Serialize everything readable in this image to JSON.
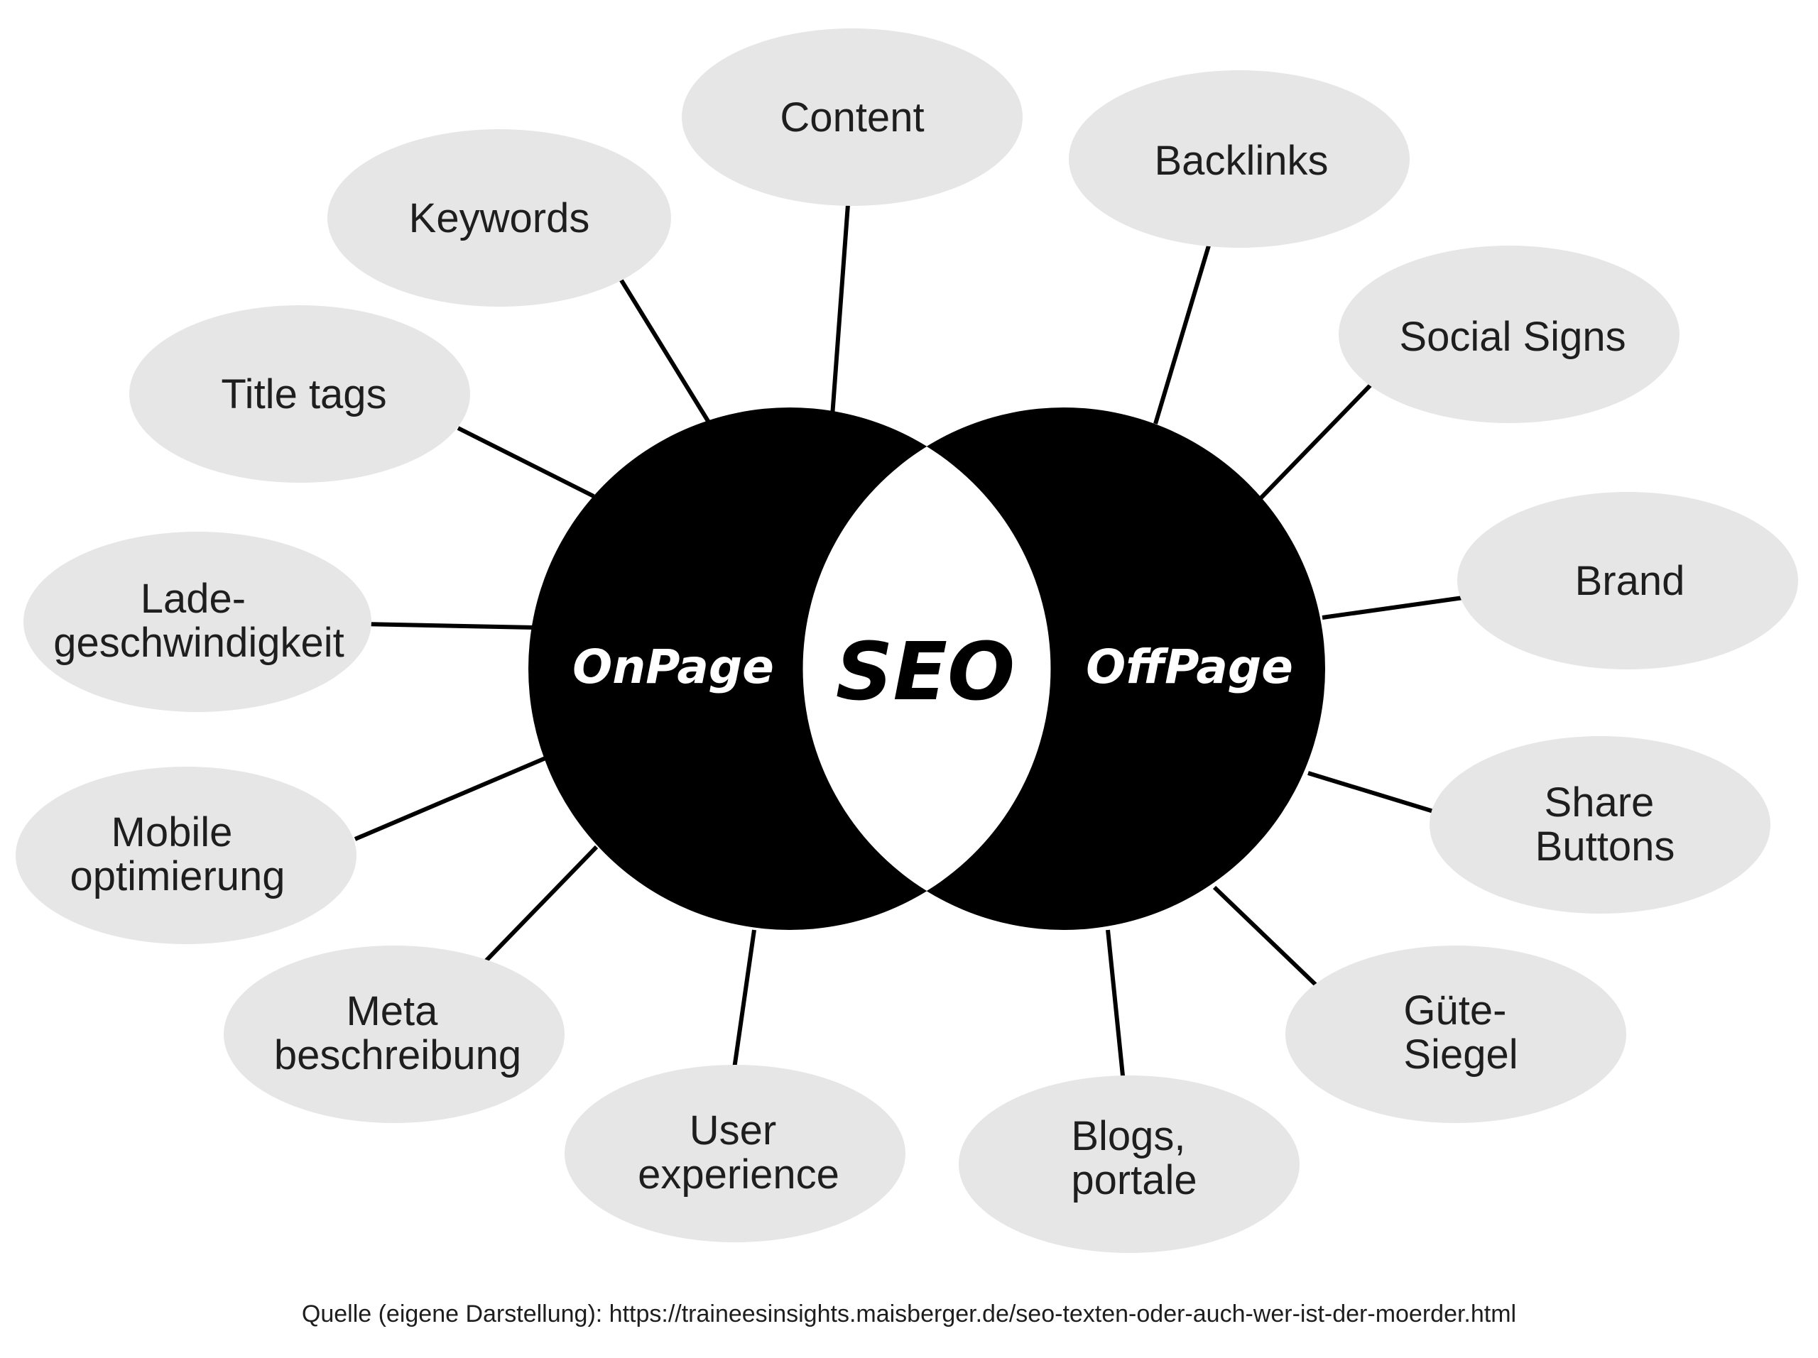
{
  "core": {
    "left_label": "OnPage",
    "center_label": "SEO",
    "right_label": "OffPage"
  },
  "onpage_factors": [
    {
      "lines": [
        "Content"
      ]
    },
    {
      "lines": [
        "Keywords"
      ]
    },
    {
      "lines": [
        "Title tags"
      ]
    },
    {
      "lines": [
        "Lade-",
        "geschwindigkeit"
      ]
    },
    {
      "lines": [
        "Mobile",
        "optimierung"
      ]
    },
    {
      "lines": [
        "Meta",
        "beschreibung"
      ]
    },
    {
      "lines": [
        "User",
        "experience"
      ]
    }
  ],
  "offpage_factors": [
    {
      "lines": [
        "Backlinks"
      ]
    },
    {
      "lines": [
        "Social Signs"
      ]
    },
    {
      "lines": [
        "Brand"
      ]
    },
    {
      "lines": [
        "Share",
        "Buttons"
      ]
    },
    {
      "lines": [
        "Güte-",
        "Siegel"
      ]
    },
    {
      "lines": [
        "Blogs,",
        "portale"
      ]
    }
  ],
  "source_note": "Quelle (eigene Darstellung): https://traineesinsights.maisberger.de/seo-texten-oder-auch-wer-ist-der-moerder.html",
  "colors": {
    "circle_fill": "#000000",
    "overlap_fill": "#ffffff",
    "bubble_fill": "#e6e6e6",
    "text": "#1e1e1e"
  }
}
